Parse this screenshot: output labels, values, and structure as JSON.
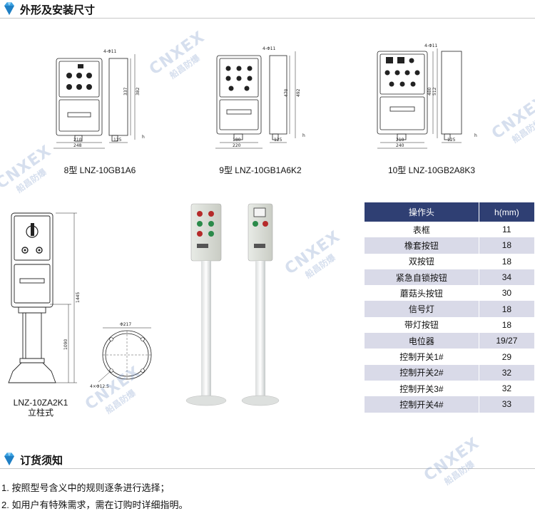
{
  "sections": {
    "dimensions_title": "外形及安装尺寸",
    "ordering_title": "订货须知"
  },
  "drawings": {
    "d8": {
      "caption": "8型 LNZ-10GB1A6",
      "hole": "4-Φ11",
      "h1": "337",
      "h2": "382",
      "w1": "210",
      "w2": "248",
      "depth": "125",
      "hmark": "h"
    },
    "d9": {
      "caption": "9型 LNZ-10GB1A6K2",
      "hole": "4-Φ11",
      "h1": "470",
      "h2": "492",
      "w1": "180",
      "w2": "220",
      "depth": "125",
      "hmark": "h"
    },
    "d10": {
      "caption": "10型 LNZ-10GB2A8K3",
      "hole": "4-Φ11",
      "h1": "480",
      "h2": "512",
      "w1": "210",
      "w2": "240",
      "depth": "125",
      "hmark": "h"
    },
    "column": {
      "caption_model": "LNZ-10ZA2K1",
      "caption_type": "立柱式",
      "h_total": "1445",
      "h_pole": "1090",
      "base_dia": "Φ217",
      "base_holes": "4×Φ12.5"
    }
  },
  "spec_table": {
    "headers": [
      "操作头",
      "h(mm)"
    ],
    "rows": [
      [
        "表框",
        "11"
      ],
      [
        "橡套按钮",
        "18"
      ],
      [
        "双按钮",
        "18"
      ],
      [
        "紧急自锁按钮",
        "34"
      ],
      [
        "蘑菇头按钮",
        "30"
      ],
      [
        "信号灯",
        "18"
      ],
      [
        "带灯按钮",
        "18"
      ],
      [
        "电位器",
        "19/27"
      ],
      [
        "控制开关1#",
        "29"
      ],
      [
        "控制开关2#",
        "32"
      ],
      [
        "控制开关3#",
        "32"
      ],
      [
        "控制开关4#",
        "33"
      ]
    ]
  },
  "notes": [
    "1. 按照型号含义中的规则逐条进行选择；",
    "2. 如用户有特殊需求，需在订购时详细指明。"
  ],
  "watermark": {
    "en": "CNXEX",
    "cn": "船昌防爆"
  },
  "colors": {
    "table_header": "#2f3f73",
    "table_stripe": "#d9dae8",
    "gem": "#3aa0e0"
  }
}
